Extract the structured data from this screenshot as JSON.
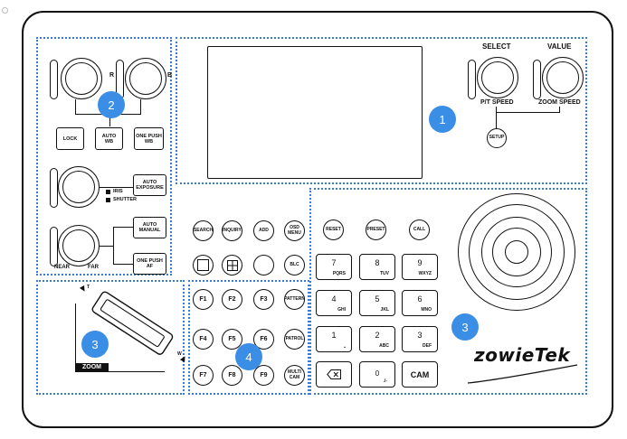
{
  "panel": {
    "zone_badges": {
      "one": "1",
      "two": "2",
      "three_left": "3",
      "three_right": "3",
      "four": "4"
    },
    "zone1": {
      "select_label": "SELECT",
      "value_label": "VALUE",
      "pt_speed_label": "P/T SPEED",
      "zoom_speed_label": "ZOOM SPEED",
      "setup_label": "SETUP"
    },
    "zone2": {
      "r_label": "R",
      "b_label": "B",
      "lock": "LOCK",
      "auto_wb": "AUTO\nWB",
      "one_push_wb": "ONE PUSH\nWB",
      "auto_exposure": "AUTO\nEXPOSURE",
      "iris": "IRIS",
      "shutter": "SHUTTER",
      "auto_manual": "AUTO\nMANUAL",
      "one_push_af": "ONE PUSH\nAF",
      "near": "NEAR",
      "far": "FAR"
    },
    "zone3_left": {
      "zoom_label": "ZOOM",
      "t_mark": "T",
      "w_mark": "W"
    },
    "mid_buttons": {
      "search": "SEARCH",
      "inquiry": "INQUIRY",
      "add": "ADD",
      "osd_menu": "OSD\nMENU",
      "blc": "BLC"
    },
    "zone4": {
      "f1": "F1",
      "f2": "F2",
      "f3": "F3",
      "pattern": "PATTERN",
      "f4": "F4",
      "f5": "F5",
      "f6": "F6",
      "patrol": "PATROL",
      "f7": "F7",
      "f8": "F8",
      "f9": "F9",
      "multi_cam": "MULTI\nCAM"
    },
    "zone3_right": {
      "reset": "RESET",
      "preset": "PRESET",
      "call": "CALL",
      "keys": [
        {
          "digit": "7",
          "sub": "PQRS"
        },
        {
          "digit": "8",
          "sub": "TUV"
        },
        {
          "digit": "9",
          "sub": "WXYZ"
        },
        {
          "digit": "4",
          "sub": "GHI"
        },
        {
          "digit": "5",
          "sub": "JKL"
        },
        {
          "digit": "6",
          "sub": "MNO"
        },
        {
          "digit": "1",
          "sub": "⎵"
        },
        {
          "digit": "2",
          "sub": "ABC"
        },
        {
          "digit": "3",
          "sub": "DEF"
        },
        {
          "digit": "0",
          "sub": "./-"
        }
      ],
      "cam": "CAM",
      "backspace_icon": "backspace-icon",
      "logo": "zowieTek"
    },
    "colors": {
      "badge": "#3a8ee6",
      "zone_border": "#3a7bd5"
    }
  }
}
